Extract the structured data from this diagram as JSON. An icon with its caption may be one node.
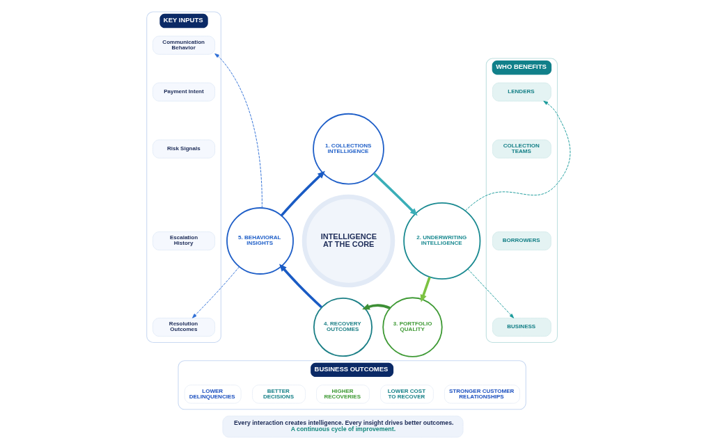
{
  "diagram": {
    "nodes": [
      {
        "text": [
          "KEY INPUTS"
        ]
      },
      {
        "text": [
          "Communication Behavior"
        ],
        "in": 0
      },
      {
        "text": [
          "Payment Intent"
        ],
        "in": 0
      },
      {
        "text": [
          "Risk Signals"
        ],
        "in": 0
      },
      {
        "text": [
          "Escalation History"
        ],
        "in": 0
      },
      {
        "text": [
          "Resolution Outcomes"
        ],
        "in": 0
      },
      {
        "text": [
          "1. COLLECTIONS INTELLIGENCE"
        ]
      },
      {
        "text": [
          "2. UNDERWRITING INTELLIGENCE"
        ]
      },
      {
        "text": [
          "3. PORTFOLIO QUALITY"
        ]
      },
      {
        "text": [
          "4. RECOVERY OUTCOMES"
        ]
      },
      {
        "text": [
          "5. BEHAVIORAL INSIGHTS"
        ]
      },
      {
        "text": [
          "INTELLIGENCE AT THE CORE"
        ]
      },
      {
        "text": [
          "WHO BENEFITS"
        ]
      },
      {
        "text": [
          "LENDERS"
        ],
        "in": 12
      },
      {
        "text": [
          "COLLECTION TEAMS"
        ],
        "in": 12
      },
      {
        "text": [
          "BORROWERS"
        ],
        "in": 12
      },
      {
        "text": [
          "BUSINESS"
        ],
        "in": 12
      },
      {
        "text": [
          "BUSINESS OUTCOMES"
        ]
      },
      {
        "text": [
          "LOWER DELINQUENCIES"
        ],
        "in": 17
      },
      {
        "text": [
          "BETTER DECISIONS"
        ],
        "in": 17
      },
      {
        "text": [
          "HIGHER RECOVERIES"
        ],
        "in": 17
      },
      {
        "text": [
          "LOWER COST TO RECOVER"
        ],
        "in": 17
      },
      {
        "text": [
          "STRONGER CUSTOMER RELATIONSHIPS"
        ],
        "in": 17
      },
      {
        "text": [
          "Every interaction creates intelligence. Every insight drives better outcomes.",
          "A continuous cycle of improvement."
        ]
      }
    ],
    "edges": [
      {
        "from": 6,
        "to": 7,
        "arrow": "to",
        "color": "#3aaeb8"
      },
      {
        "from": 7,
        "to": 8,
        "arrow": "to",
        "color": "#7cc242"
      },
      {
        "from": 8,
        "to": 9,
        "arrow": "to",
        "color": "#3d8f35"
      },
      {
        "from": 9,
        "to": 10,
        "arrow": "to",
        "color": "#1a5bc4"
      },
      {
        "from": 10,
        "to": 6,
        "arrow": "to",
        "color": "#1a5bc4"
      },
      {
        "from": 10,
        "to": 1,
        "arrow": "to",
        "style": "dashed",
        "color": "#2f6fd6"
      },
      {
        "from": 10,
        "to": 5,
        "arrow": "to",
        "style": "dashed",
        "color": "#2f6fd6"
      },
      {
        "from": 7,
        "to": 13,
        "arrow": "to",
        "style": "dashed",
        "color": "#1a9a9a"
      },
      {
        "from": 7,
        "to": 16,
        "arrow": "to",
        "style": "dashed",
        "color": "#1a9a9a"
      }
    ]
  }
}
